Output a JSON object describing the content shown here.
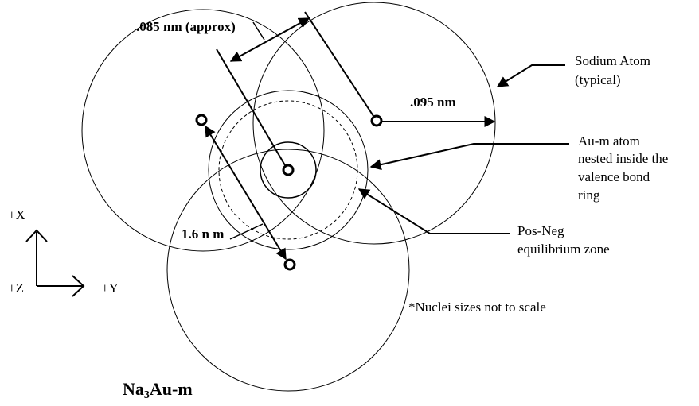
{
  "labels": {
    "dist_085": ".085 nm (approx)",
    "dist_095": ".095 nm",
    "dist_16": "1.6 n m",
    "sodium_line1": "Sodium Atom",
    "sodium_line2": "(typical)",
    "aum_line1": "Au-m atom",
    "aum_line2": "nested inside the",
    "aum_line3": "valence bond",
    "aum_line4": "ring",
    "posneg_line1": "Pos-Neg",
    "posneg_line2": "equilibrium zone",
    "note": "*Nuclei sizes not to scale"
  },
  "axes": {
    "x": "+X",
    "y": "+Y",
    "z": "+Z"
  },
  "title": {
    "main_a": "Na",
    "sub": "3",
    "main_b": "Au-m"
  }
}
